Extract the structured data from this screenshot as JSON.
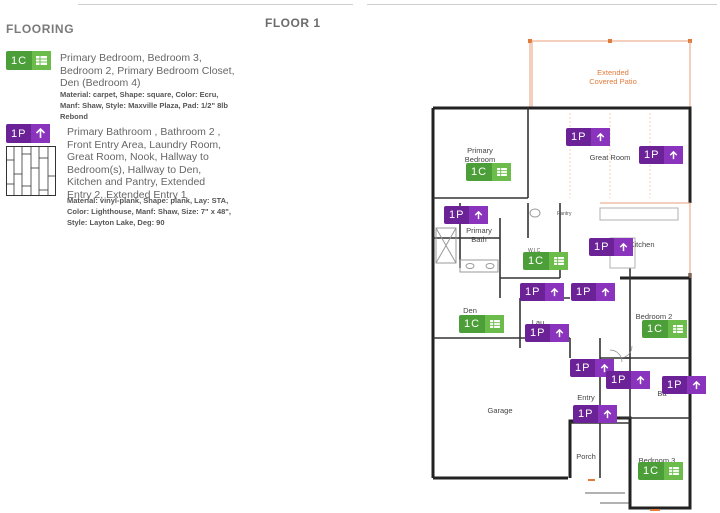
{
  "page_title": "FLOOR 1",
  "section_title": "FLOORING",
  "legend": [
    {
      "code": "1C",
      "color": "#4c9e38",
      "rooms": "Primary Bedroom, Bedroom 3, Bedroom 2, Primary Bedroom Closet, Den (Bedroom 4)",
      "details": "Material: carpet, Shape: square, Color: Ecru, Manf: Shaw, Style: Maxville Plaza, Pad: 1/2\" 8lb Rebond"
    },
    {
      "code": "1P",
      "color": "#6a2296",
      "rooms": "Primary Bathroom , Bathroom 2 , Front Entry Area, Laundry Room, Great Room, Nook, Hallway to Bedroom(s), Hallway to Den, Kitchen and Pantry, Extended Entry 2, Extended Entry 1",
      "details": "Material: vinyl-plank, Shape: plank, Lay: STA, Color: Lighthouse, Manf: Shaw, Size: 7\" x 48\", Style: Layton Lake, Deg: 90"
    }
  ],
  "rooms": {
    "patio": "Extended Covered Patio",
    "primary_bedroom": "Primary Bedroom",
    "great_room": "Great Room",
    "pantry": "Pantry",
    "kitchen": "Kitchen",
    "primary_bath": "Primary Bath",
    "wic": "W.I.C",
    "den": "Den",
    "laundry": "Lau",
    "bedroom2": "Bedroom 2",
    "entry": "Entry",
    "bath": "Ba",
    "garage": "Garage",
    "porch": "Porch",
    "bedroom3": "Bedroom 3"
  },
  "plan_badges": {
    "greatroom_1": "1P",
    "greatroom_2": "1P",
    "primary_bedroom": "1C",
    "primary_bath": "1P",
    "kitchen": "1P",
    "wic": "1C",
    "hall_1": "1P",
    "hall_2": "1P",
    "den": "1C",
    "laundry": "1P",
    "bedroom2": "1C",
    "entry_1": "1P",
    "entry_2": "1P",
    "bath2": "1P",
    "entry_3": "1P",
    "bedroom3": "1C"
  }
}
